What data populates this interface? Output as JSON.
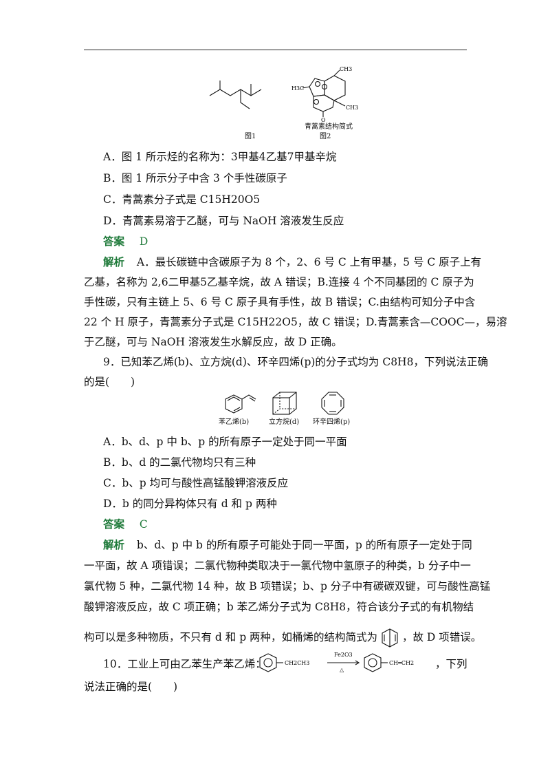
{
  "q_prev": {
    "fig1_caption": "图1",
    "fig2_caption_a": "青蒿素结构简式",
    "fig2_caption_b": "图2",
    "fig2_labels": {
      "ch3_top": "CH3",
      "h3c": "H3C",
      "ch3_right": "CH3",
      "o_bottom": "O"
    },
    "options": [
      "A．图 1 所示烃的名称为：3甲基4乙基7甲基辛烷",
      "B．图 1 所示分子中含 3 个手性碳原子",
      "C．青蒿素分子式是 C15H20O5",
      "D．青蒿素易溶于乙醚，可与 NaOH 溶液发生反应"
    ],
    "answer_label": "答案",
    "answer_value": "D",
    "analysis_label": "解析",
    "analysis_lines": [
      "A．最长碳链中含碳原子为 8 个，2、6 号 C 上有甲基，5 号 C 原子上有",
      "乙基，名称为 2,6二甲基5乙基辛烷，故 A 错误；B.连接 4 个不同基团的 C 原子为",
      "手性碳，只有主链上 5、6 号 C 原子具有手性，故 B 错误；C.由结构可知分子中含",
      "22 个 H 原子，青蒿素分子式是 C15H22O5，故 C 错误；D.青蒿素含—COOC—，易溶",
      "于乙醚，可与 NaOH 溶液发生水解反应，故 D 正确。"
    ]
  },
  "q9": {
    "stem_lines": [
      "9．已知苯乙烯(b)、立方烷(d)、环辛四烯(p)的分子式均为 C8H8，下列说法正确",
      "的是(　　)"
    ],
    "captions": [
      "苯乙烯(b)",
      "立方烷(d)",
      "环辛四烯(p)"
    ],
    "options": [
      "A．b、d、p 中 b、p 的所有原子一定处于同一平面",
      "B．b、d 的二氯代物均只有三种",
      "C．b、p 均可与酸性高锰酸钾溶液反应",
      "D．b 的同分异构体只有 d 和 p 两种"
    ],
    "answer_label": "答案",
    "answer_value": "C",
    "analysis_label": "解析",
    "analysis_lines": [
      "b、d、p 中 b 的所有原子可能处于同一平面，p 的所有原子一定处于同",
      "一平面，故 A 项错误；二氯代物种类取决于一氯代物中氢原子的种类，b 分子中一",
      "氯代物 5 种，二氯代物 14 种，故 B 项错误；b、p 分子中有碳碳双键，可与酸性高锰",
      "酸钾溶液反应，故 C 项正确；b 苯乙烯分子式为 C8H8，符合该分子式的有机物结",
      "构可以是多种物质，不只有 d 和 p 两种，如桶烯的结构简式为",
      "，故 D 项错误。"
    ]
  },
  "q10": {
    "stem_a": "10．工业上可由乙苯生产苯乙烯：",
    "reactant": "CH2CH3",
    "catalyst": "Fe2O3",
    "condition": "△",
    "product": "CH═CH2",
    "stem_b": "，下列",
    "stem_c": "说法正确的是(　　)"
  }
}
